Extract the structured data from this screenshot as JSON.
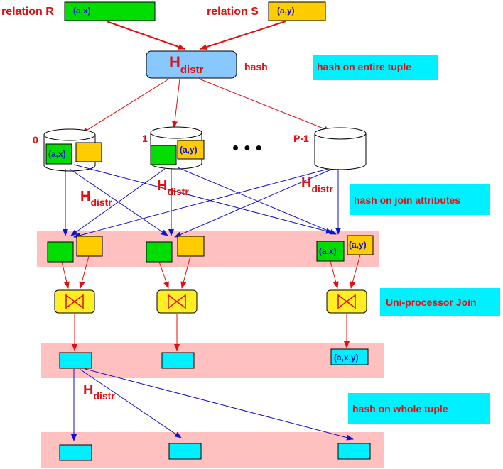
{
  "colors": {
    "relation_r": "#00dd00",
    "relation_s": "#ffcc00",
    "hash_box": "#88c8ff",
    "label_bg": "#00f0ff",
    "band": "#ffc0c0",
    "join_box": "#ffee22",
    "result": "#00f0ff",
    "arrow_red": "#e01010",
    "arrow_blue": "#1010d0"
  },
  "relations": {
    "r_label": "relation R",
    "r_tuple": "(a,x)",
    "s_label": "relation S",
    "s_tuple": "(a,y)"
  },
  "hash_node": {
    "h": "H",
    "sub": "distr",
    "side": "hash"
  },
  "labels": {
    "entire_tuple": "hash on entire tuple",
    "join_attrs": "hash on join attributes",
    "uni_join": "Uni-processor Join",
    "whole_tuple": "hash on whole tuple"
  },
  "disks": [
    {
      "index": "0",
      "tuple": "(a,x)"
    },
    {
      "index": "1",
      "tuple": "(a,y)"
    },
    {
      "index": "P-1"
    }
  ],
  "ellipsis": "•  •  •",
  "repartition_tuples": {
    "x": "(a,x)",
    "y": "(a,y)"
  },
  "hdistr_labels": [
    {
      "h": "H",
      "sub": "distr"
    },
    {
      "h": "H",
      "sub": "distr"
    },
    {
      "h": "H",
      "sub": "distr"
    },
    {
      "h": "H",
      "sub": "distr"
    }
  ],
  "join_icon": "join-bowtie-icon",
  "result_tuple": "(a,x,y)"
}
